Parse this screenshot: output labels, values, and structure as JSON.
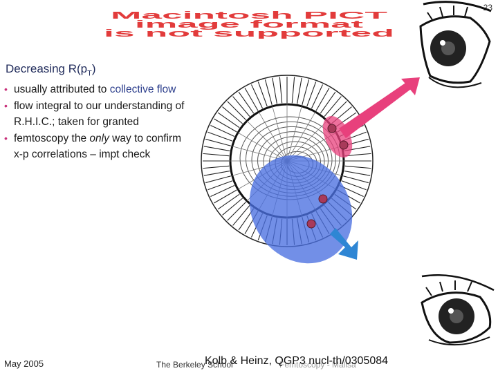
{
  "slide_number": "23",
  "pict_banner": {
    "line1": "Macintosh PICT",
    "line2": "image format",
    "line3": "is not supported",
    "color": "#e23b3b"
  },
  "heading": {
    "prefix": "Decreasing R(p",
    "subscript": "T",
    "suffix": ")"
  },
  "bullets": [
    {
      "pre": "usually attributed to ",
      "highlight": "collective flow",
      "post": ""
    },
    {
      "pre": "flow integral to our understanding of",
      "cont": "R.H.I.C.; taken for granted"
    },
    {
      "pre": "femtoscopy the ",
      "italic": "only",
      "post": " way to confirm",
      "cont": "x-p correlations – impt check"
    }
  ],
  "footer": {
    "date": "May 2005",
    "school": "The Berkeley School",
    "reference": "Kolb & Heinz, QGP3 nucl-th/0305084",
    "overlay": "Femtoscopy - Malisa"
  },
  "colors": {
    "bullet": "#c8307a",
    "highlight": "#2c3e8c",
    "pink_arrow": "#e8407c",
    "blue_region": "#4a6fe0",
    "source_dot": "#a83a5a"
  }
}
